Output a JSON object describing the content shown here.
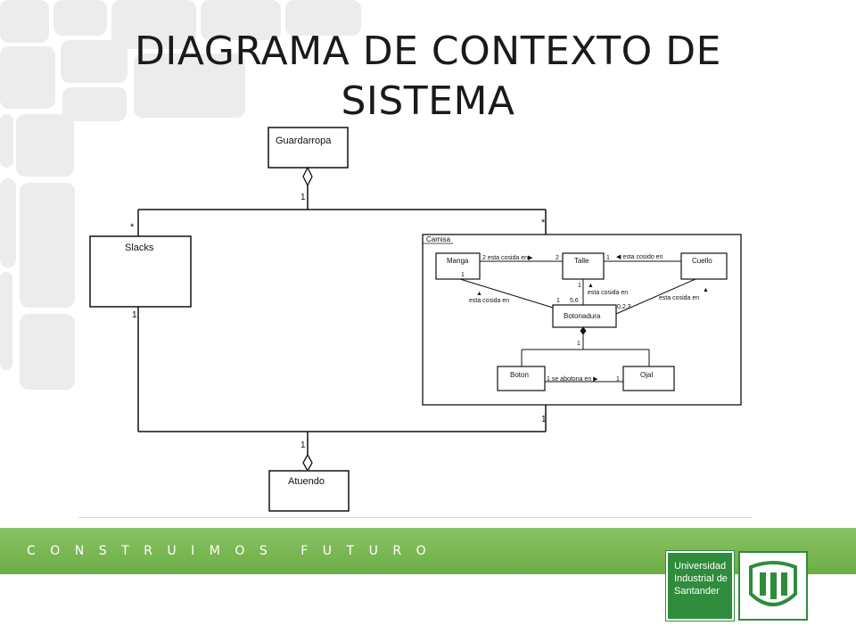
{
  "slide": {
    "title_line1": "DIAGRAMA DE CONTEXTO DE",
    "title_line2": "SISTEMA"
  },
  "diagram": {
    "classes": {
      "guardarropa": "Guardarropa",
      "slacks": "Slacks",
      "atuendo": "Atuendo",
      "camisa_package": "Camisa",
      "manga": "Manga",
      "talle": "Talle",
      "cuello": "Cuello",
      "botonadura": "Botonadura",
      "boton": "Boton",
      "ojal": "Ojal"
    },
    "multiplicities": {
      "guardarropa_bottom": "1",
      "left_star": "*",
      "right_star": "*",
      "slacks_bottom": "1",
      "camisa_bottom": "1",
      "atuendo_top": "1",
      "manga_talle_2": "2",
      "talle_cuello_1": "1",
      "manga_left_1": "1",
      "talle_bottom_1": "1",
      "botonadura_1": "1",
      "botonadura_56": "5,6",
      "botonadura_023": "0,2,3",
      "botonadura_bottom_1": "1",
      "boton_1": "1",
      "ojal_1": "1"
    },
    "association_labels": {
      "manga_talle": "2 esta cosida en▶",
      "cuello_talle": "◀ esta cosido en",
      "manga_botonadura_l1": "▲",
      "manga_botonadura_l2": "esta cosida en",
      "talle_botonadura_l1": "▲",
      "talle_botonadura_l2": "esta cosida en",
      "cuello_botonadura_l1": "▲",
      "cuello_botonadura_l2": "esta cosida en",
      "boton_ojal": "1 se abotona en ▶"
    }
  },
  "footer": {
    "tagline": "CONSTRUIMOS  FUTURO",
    "university_line1": "Universidad",
    "university_line2": "Industrial de",
    "university_line3": "Santander"
  },
  "colors": {
    "footer_green": "#6cae44",
    "logo_green": "#2f8c3c",
    "title_text": "#1a1a1a"
  }
}
